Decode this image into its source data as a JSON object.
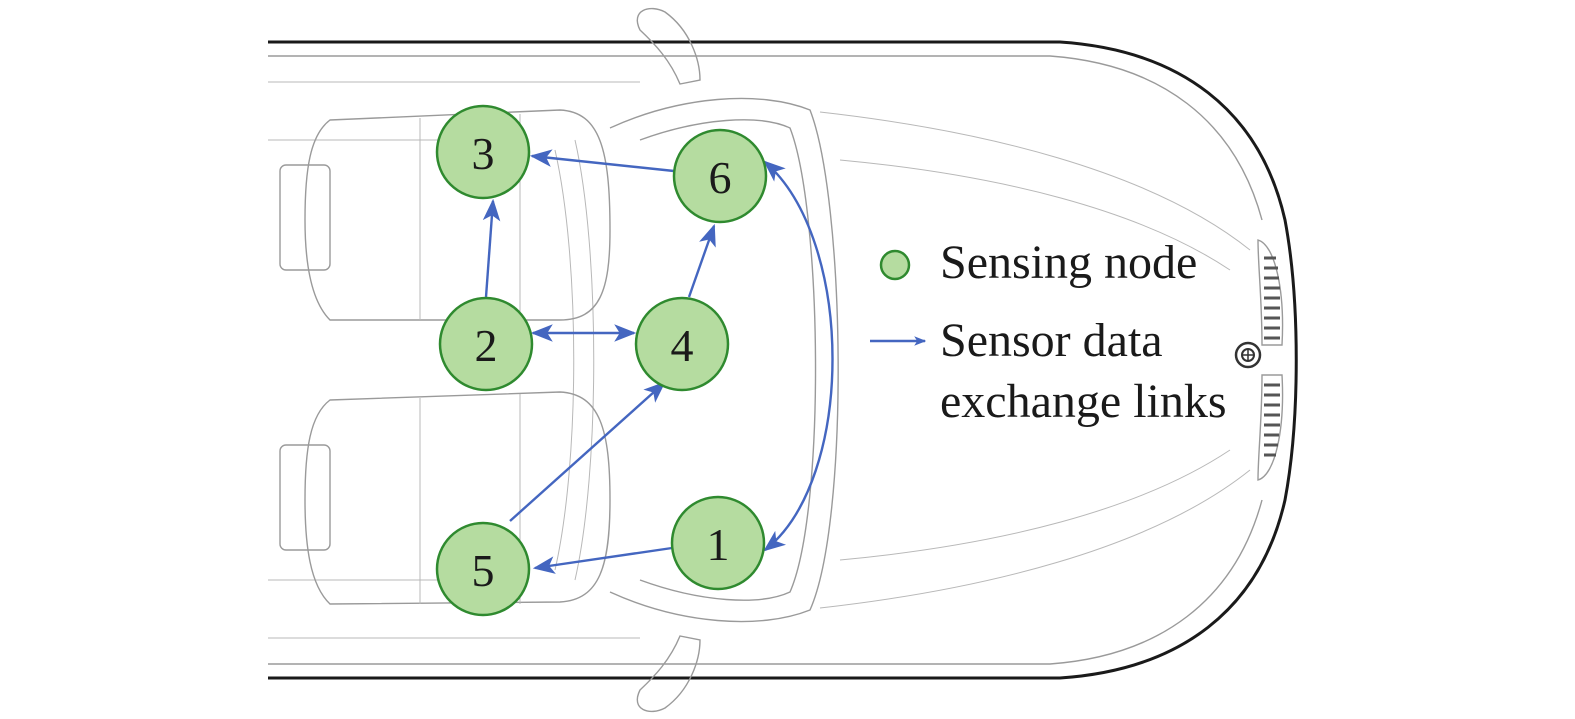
{
  "colors": {
    "node_fill": "#b5dca0",
    "node_stroke": "#2f8a2f",
    "link": "#4466c0"
  },
  "nodes": [
    {
      "id": "1",
      "label": "1"
    },
    {
      "id": "2",
      "label": "2"
    },
    {
      "id": "3",
      "label": "3"
    },
    {
      "id": "4",
      "label": "4"
    },
    {
      "id": "5",
      "label": "5"
    },
    {
      "id": "6",
      "label": "6"
    }
  ],
  "links": [
    {
      "from": "6",
      "to": "3",
      "bidirectional": false
    },
    {
      "from": "2",
      "to": "3",
      "bidirectional": false
    },
    {
      "from": "2",
      "to": "4",
      "bidirectional": true
    },
    {
      "from": "4",
      "to": "6",
      "bidirectional": false
    },
    {
      "from": "5",
      "to": "4",
      "bidirectional": false
    },
    {
      "from": "1",
      "to": "5",
      "bidirectional": false
    },
    {
      "from": "1",
      "to": "6",
      "bidirectional": true
    }
  ],
  "legend": {
    "node_label": "Sensing node",
    "link_label_line1": "Sensor data",
    "link_label_line2": "exchange links"
  }
}
